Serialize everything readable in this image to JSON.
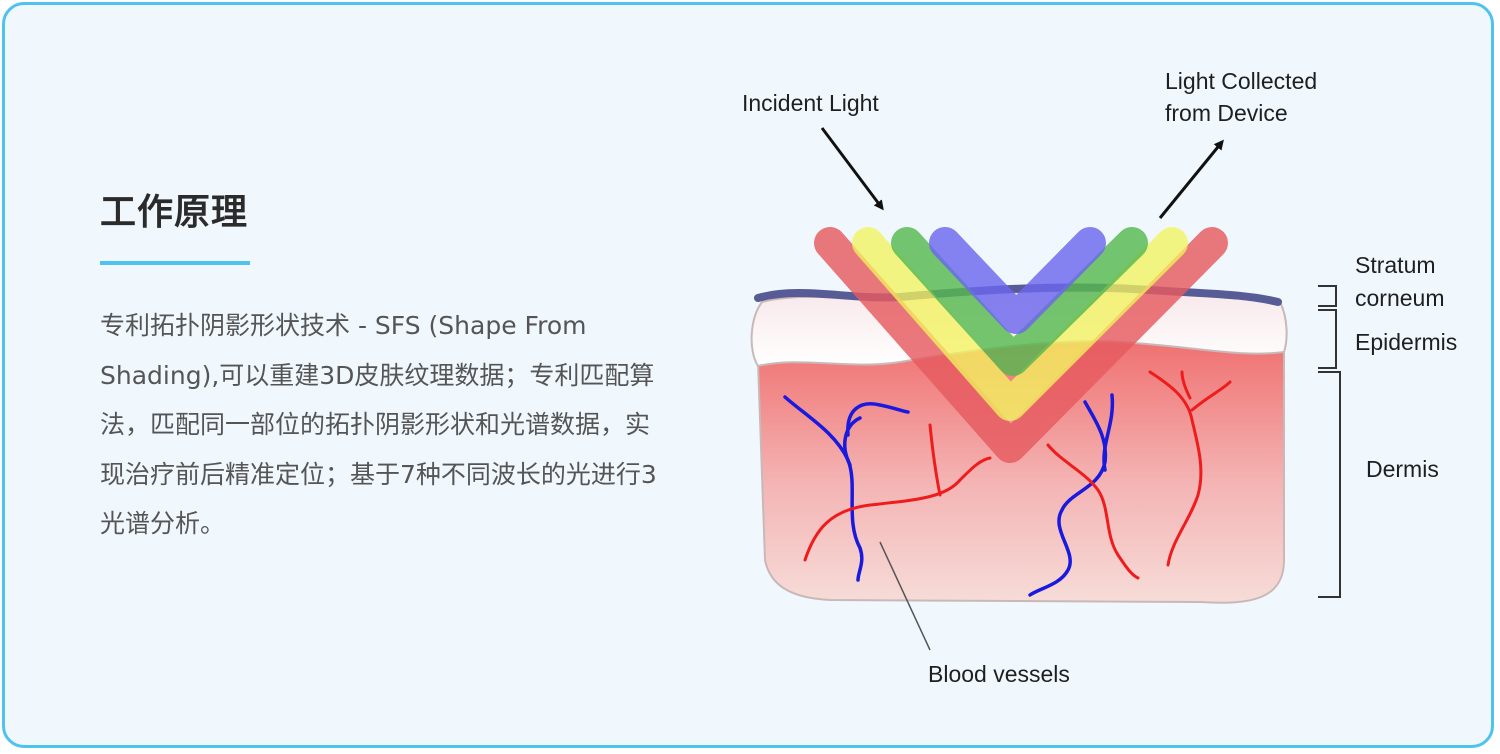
{
  "section": {
    "title": "工作原理",
    "description": "专利拓扑阴影形状技术 - SFS (Shape From Shading),可以重建3D皮肤纹理数据；专利匹配算法，匹配同一部位的拓扑阴影形状和光谱数据，实现治疗前后精准定位；基于7种不同波长的光进行3光谱分析。"
  },
  "diagram": {
    "incident_light": "Incident Light",
    "collected_line1": "Light Collected",
    "collected_line2": "from Device",
    "stratum_line1": "Stratum",
    "stratum_line2": "corneum",
    "epidermis": "Epidermis",
    "dermis": "Dermis",
    "blood_vessels": "Blood vessels",
    "colors": {
      "card_border": "#4ec3ee",
      "light_red": "#e55a5f",
      "light_yellow": "#f2f25e",
      "light_green": "#55b84f",
      "light_blue": "#6b66ee",
      "vein": "#1a1adf",
      "artery": "#ee1c1c"
    }
  }
}
